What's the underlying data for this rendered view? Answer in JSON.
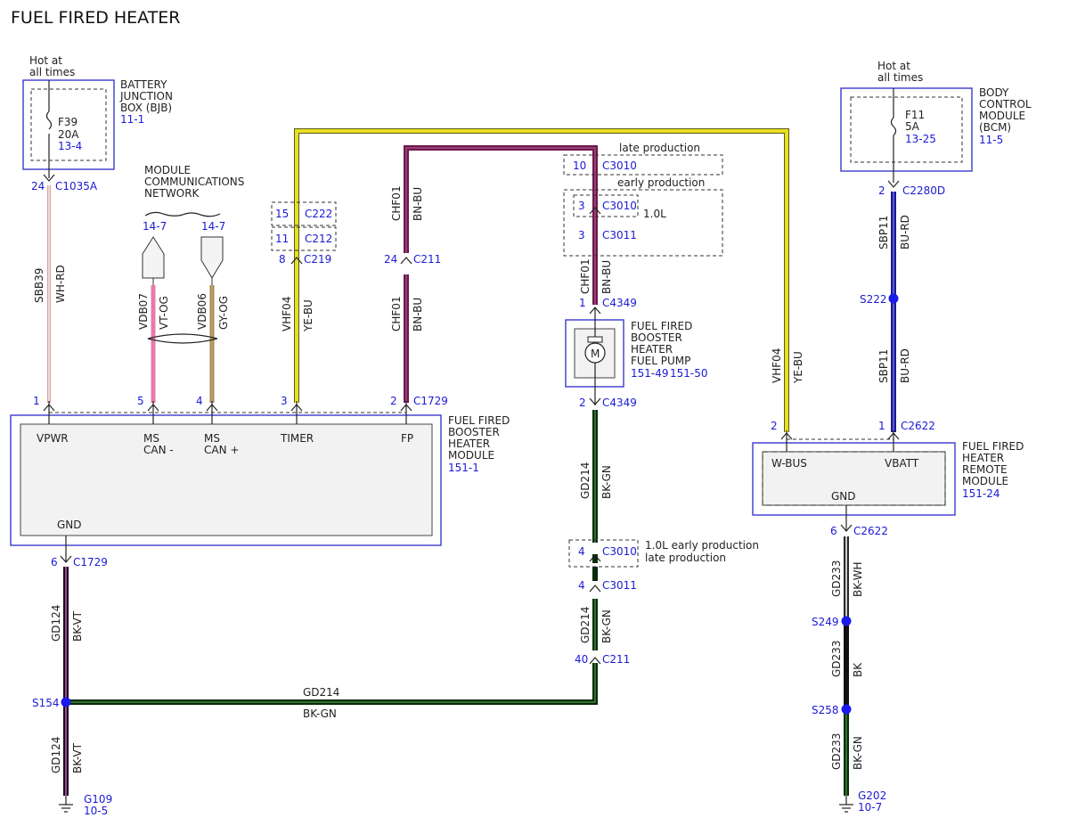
{
  "title": "FUEL FIRED HEATER",
  "colors": {
    "label_blue": "#1a1ad6",
    "wire_wh_rd": "#e8b0b0",
    "wire_vt_og": "#e87aa8",
    "wire_gy_og": "#9a8a6a",
    "wire_ye_bu": "#e8e020",
    "wire_bn_bu": "#6a1a4a",
    "wire_bk_gn": "#1a4a1a",
    "wire_bk_vt": "#2a0a2a",
    "wire_bu_rd": "#2a2ad6",
    "wire_bk_wh": "#3a3a3a",
    "wire_bk": "#111111",
    "splice_blue": "#1a1aee"
  },
  "bjb": {
    "hot_label_1": "Hot at",
    "hot_label_2": "all times",
    "name_1": "BATTERY",
    "name_2": "JUNCTION",
    "name_3": "BOX (BJB)",
    "ref": "11-1",
    "fuse": "F39",
    "amps": "20A",
    "fuse_ref": "13-4",
    "pin": "24",
    "connector": "C1035A"
  },
  "bcm": {
    "hot_label_1": "Hot at",
    "hot_label_2": "all times",
    "name_1": "BODY",
    "name_2": "CONTROL",
    "name_3": "MODULE",
    "name_4": "(BCM)",
    "ref": "11-5",
    "fuse": "F11",
    "amps": "5A",
    "fuse_ref": "13-25",
    "pin": "2",
    "connector": "C2280D"
  },
  "network": {
    "line_1": "MODULE",
    "line_2": "COMMUNICATIONS",
    "line_3": "NETWORK",
    "ref_left": "14-7",
    "ref_right": "14-7"
  },
  "wires": {
    "sbb39": "SBB39",
    "wh_rd": "WH-RD",
    "vdb07": "VDB07",
    "vt_og": "VT-OG",
    "vdb06": "VDB06",
    "gy_og": "GY-OG",
    "vhf04": "VHF04",
    "ye_bu": "YE-BU",
    "chf01": "CHF01",
    "bn_bu": "BN-BU",
    "gd214": "GD214",
    "bk_gn": "BK-GN",
    "gd124": "GD124",
    "bk_vt": "BK-VT",
    "sbp11": "SBP11",
    "bu_rd": "BU-RD",
    "gd233": "GD233",
    "bk_wh": "BK-WH",
    "bk": "BK"
  },
  "connectors": {
    "c222_pin": "15",
    "c222": "C222",
    "c212_pin": "11",
    "c212": "C212",
    "c219_pin": "8",
    "c219": "C219",
    "c211_pin": "24",
    "c211": "C211",
    "c3010_late_pin": "10",
    "c3010_late": "C3010",
    "late_production": "late production",
    "early_production": "early production",
    "c3010_early_pin": "3",
    "c3010_early": "C3010",
    "engine_10l": "1.0L",
    "c3011_pin": "3",
    "c3011": "C3011",
    "c4349_top_pin": "1",
    "c4349_top": "C4349",
    "c4349_bot_pin": "2",
    "c4349_bot": "C4349",
    "c3010_low_pin": "4",
    "c3010_low": "C3010",
    "low_note_1": "1.0L early production",
    "low_note_2": "late production",
    "c3011_low_pin": "4",
    "c3011_low": "C3011",
    "c211_low_pin": "40",
    "c211_low": "C211",
    "c1729_pin1": "1",
    "c1729_pin5": "5",
    "c1729_pin4": "4",
    "c1729_pin3": "3",
    "c1729_pin2": "2",
    "c1729": "C1729",
    "c1729_gnd_pin": "6",
    "c1729_gnd": "C1729",
    "c2622_pin2": "2",
    "c2622_pin1": "1",
    "c2622": "C2622",
    "c2622_gnd_pin": "6",
    "c2622_gnd": "C2622"
  },
  "heater_module": {
    "name_1": "FUEL FIRED",
    "name_2": "BOOSTER",
    "name_3": "HEATER",
    "name_4": "MODULE",
    "ref": "151-1",
    "pin_vpwr": "VPWR",
    "pin_ms_1": "MS",
    "pin_can_minus": "CAN -",
    "pin_ms_2": "MS",
    "pin_can_plus": "CAN +",
    "pin_timer": "TIMER",
    "pin_fp": "FP",
    "pin_gnd": "GND"
  },
  "fuel_pump": {
    "name_1": "FUEL FIRED",
    "name_2": "BOOSTER",
    "name_3": "HEATER",
    "name_4": "FUEL PUMP",
    "ref_1": "151-49",
    "ref_2": "151-50",
    "symbol": "M"
  },
  "remote_module": {
    "name_1": "FUEL FIRED",
    "name_2": "HEATER",
    "name_3": "REMOTE",
    "name_4": "MODULE",
    "ref": "151-24",
    "pin_wbus": "W-BUS",
    "pin_vbatt": "VBATT",
    "pin_gnd": "GND"
  },
  "splices": {
    "s154": "S154",
    "s222": "S222",
    "s249": "S249",
    "s258": "S258"
  },
  "grounds": {
    "g109": "G109",
    "g109_ref": "10-5",
    "g202": "G202",
    "g202_ref": "10-7"
  }
}
